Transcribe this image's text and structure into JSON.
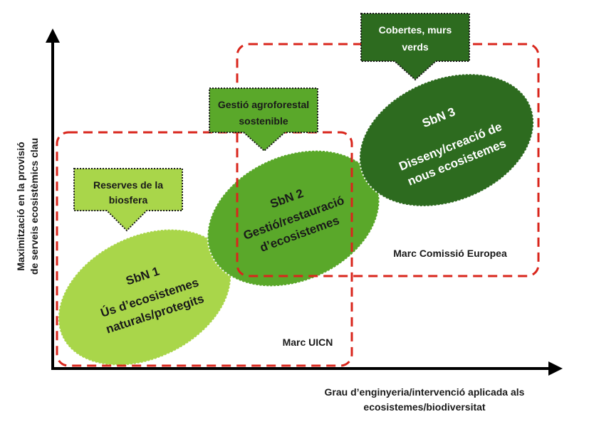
{
  "axes": {
    "y_label_line1": "Maximització en la provisió",
    "y_label_line2": "de serveis ecosistèmics clau",
    "x_label_line1": "Grau d’enginyeria/intervenció aplicada als",
    "x_label_line2": "ecosistemes/biodiversitat"
  },
  "frames": {
    "uicn_label": "Marc UICN",
    "ec_label": "Marc Comissió Europea"
  },
  "callouts": {
    "biosphere_line1": "Reserves de la",
    "biosphere_line2": "biosfera",
    "agroforestal_line1": "Gestió agroforestal",
    "agroforestal_line2": "sostenible",
    "green_walls_line1": "Cobertes, murs",
    "green_walls_line2": "verds"
  },
  "ellipses": {
    "sbn1_title": "SbN 1",
    "sbn1_line1": "Ús d’ecosistemes",
    "sbn1_line2": "naturals/protegits",
    "sbn2_title": "SbN 2",
    "sbn2_line1": "Gestió/restauració",
    "sbn2_line2": "d’ecosistemes",
    "sbn3_title": "SbN 3",
    "sbn3_line1": "Disseny/creació de",
    "sbn3_line2": "nous ecosistemes"
  },
  "colors": {
    "sbn1_fill": "#a9d64a",
    "sbn2_fill": "#5aa82a",
    "sbn3_fill": "#2d6b1f",
    "frame_dash": "#d9261c",
    "axis": "#000000"
  }
}
